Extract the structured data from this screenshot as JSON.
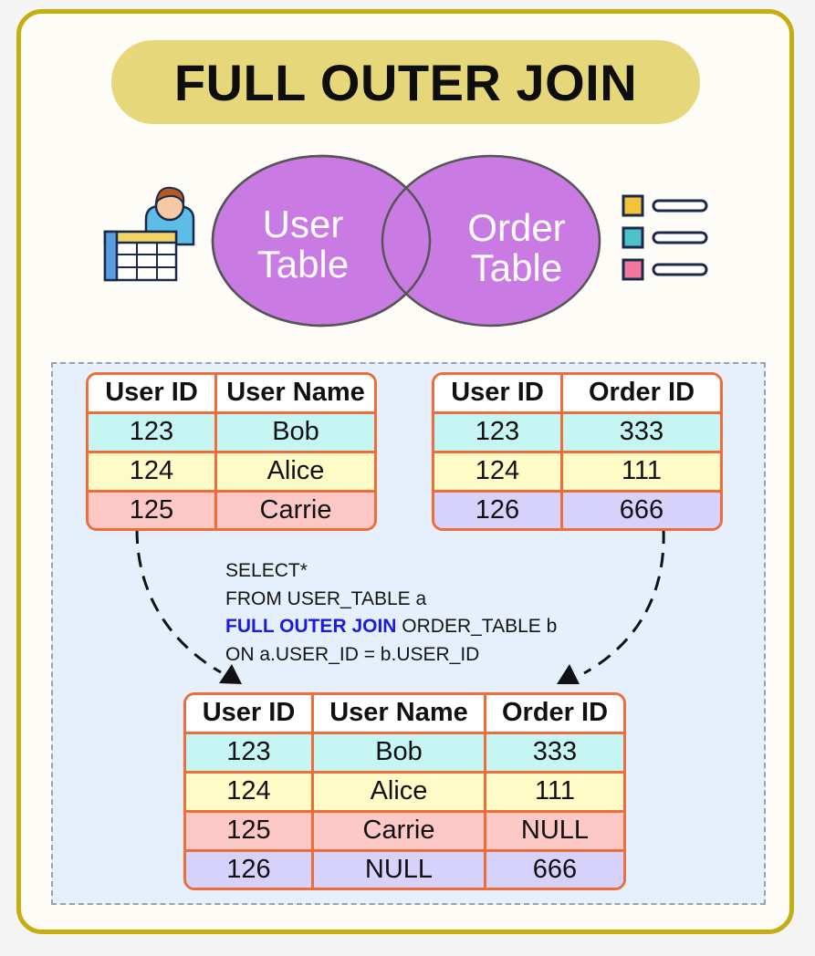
{
  "title": "FULL OUTER JOIN",
  "venn": {
    "left_label": [
      "User",
      "Table"
    ],
    "right_label": [
      "Order",
      "Table"
    ]
  },
  "icons": {
    "left": "user-table-icon",
    "right": "order-list-icon"
  },
  "user_table": {
    "headers": [
      "User ID",
      "User Name"
    ],
    "rows": [
      [
        "123",
        "Bob"
      ],
      [
        "124",
        "Alice"
      ],
      [
        "125",
        "Carrie"
      ]
    ]
  },
  "order_table": {
    "headers": [
      "User ID",
      "Order ID"
    ],
    "rows": [
      [
        "123",
        "333"
      ],
      [
        "124",
        "111"
      ],
      [
        "126",
        "666"
      ]
    ]
  },
  "sql": {
    "line1": "SELECT*",
    "line2": "FROM USER_TABLE a",
    "line3_keyword": "FULL OUTER JOIN",
    "line3_rest": " ORDER_TABLE b",
    "line4": "ON a.USER_ID = b.USER_ID"
  },
  "result_table": {
    "headers": [
      "User ID",
      "User Name",
      "Order ID"
    ],
    "rows": [
      [
        "123",
        "Bob",
        "333"
      ],
      [
        "124",
        "Alice",
        "111"
      ],
      [
        "125",
        "Carrie",
        "NULL"
      ],
      [
        "126",
        "NULL",
        "666"
      ]
    ]
  },
  "colors": {
    "frame": "#c6ad12",
    "title_pill": "#e6d77a",
    "venn_fill": "#c97ae3",
    "table_border": "#ef6d3a",
    "row_cyan": "#c6f6f4",
    "row_yellow": "#fefbc7",
    "row_pink": "#fcc8c6",
    "row_purple": "#d6d2fb",
    "null_text": "#d40e0e",
    "sql_keyword": "#1b1be0"
  }
}
